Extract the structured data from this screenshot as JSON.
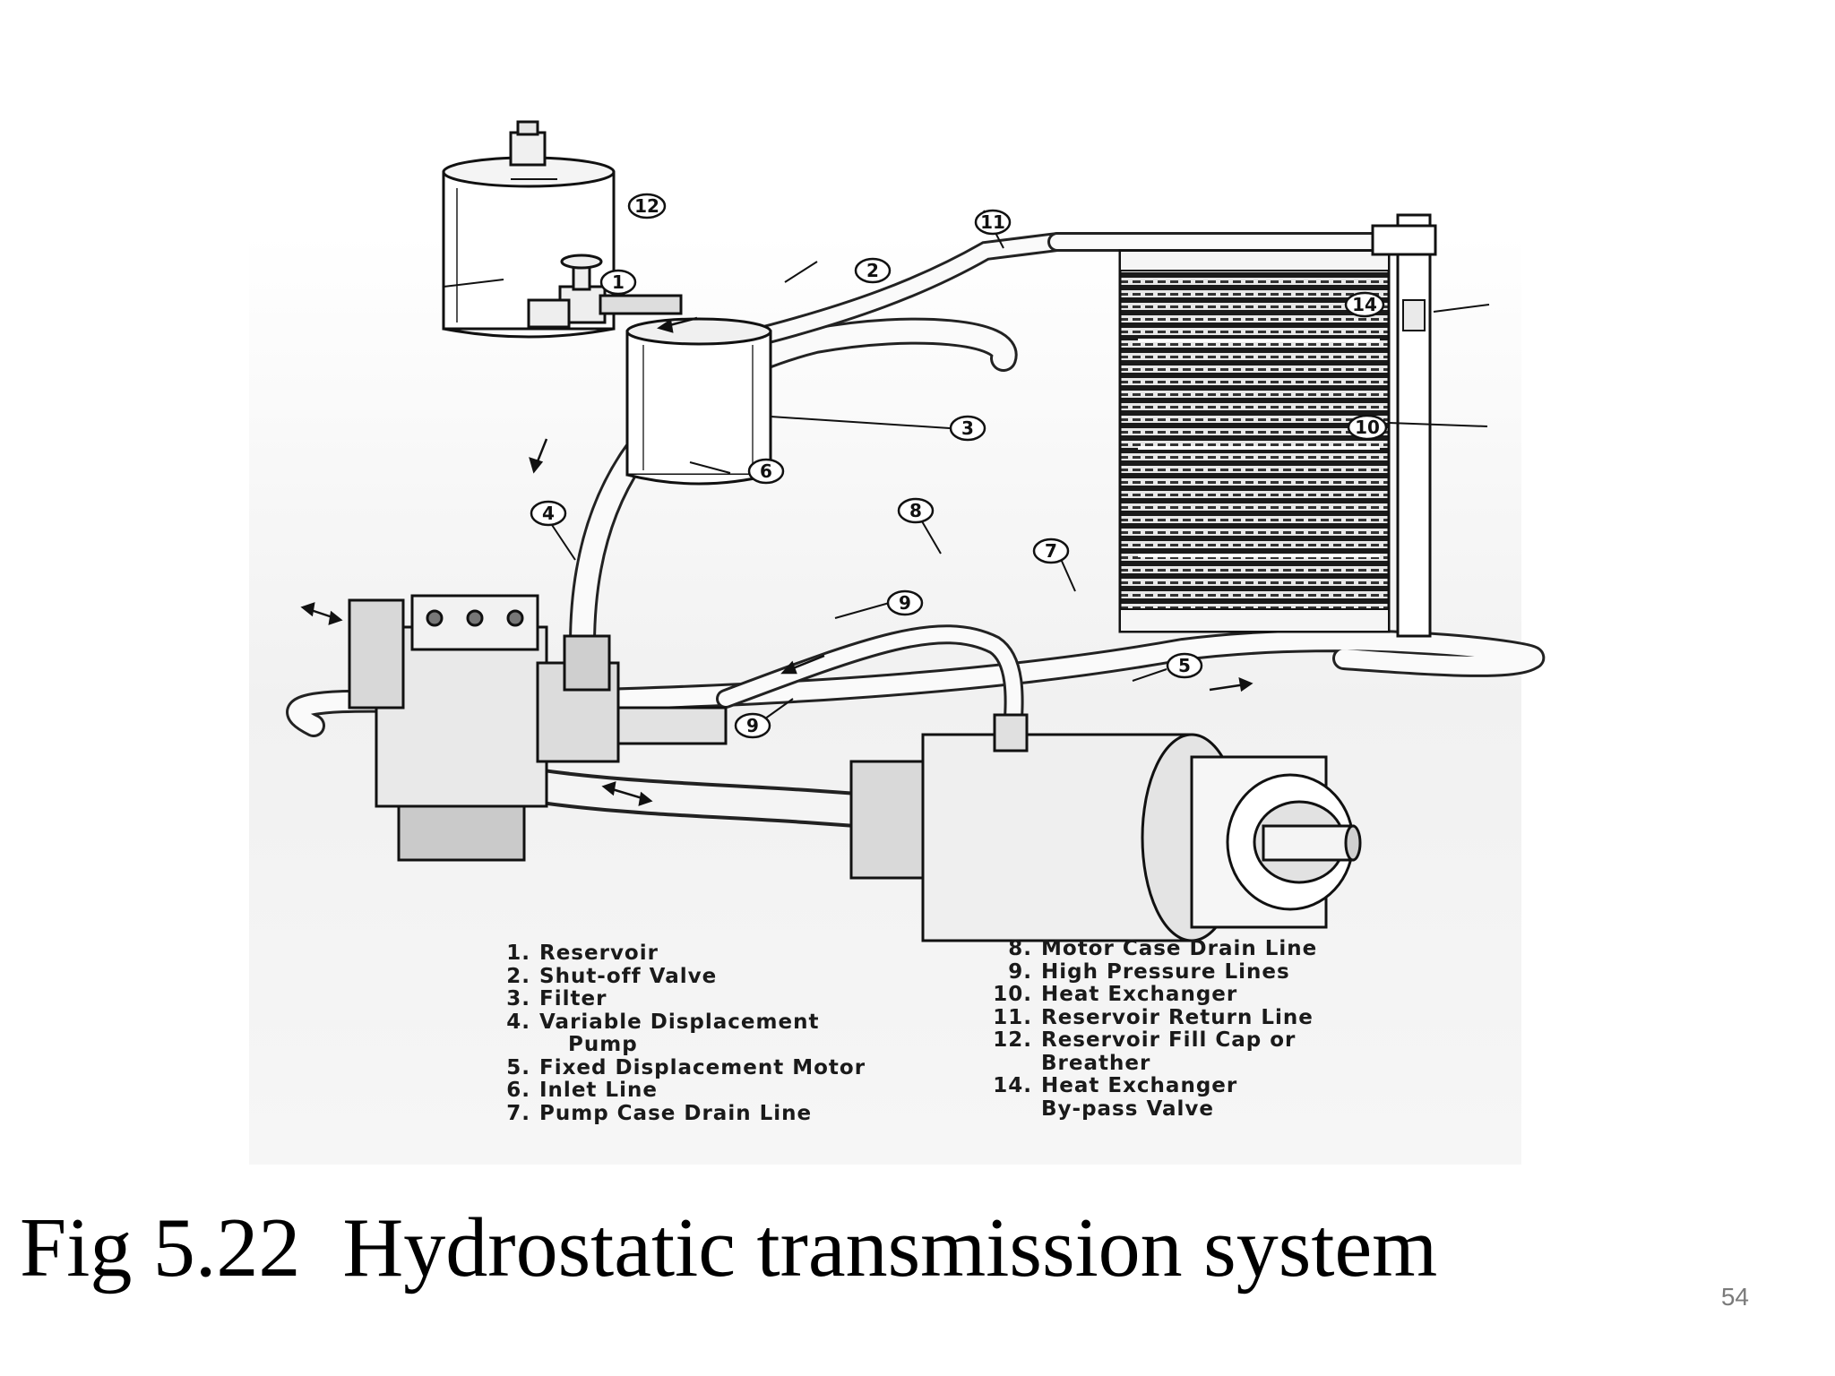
{
  "caption": "Fig 5.22  Hydrostatic transmission system",
  "page_number": "54",
  "callouts": [
    "12",
    "11",
    "1",
    "2",
    "14",
    "10",
    "3",
    "6",
    "4",
    "8",
    "7",
    "9",
    "5",
    "9"
  ],
  "legend": {
    "left": [
      {
        "num": "1.",
        "lines": [
          "Reservoir"
        ]
      },
      {
        "num": "2.",
        "lines": [
          "Shut-off Valve"
        ]
      },
      {
        "num": "3.",
        "lines": [
          "Filter"
        ]
      },
      {
        "num": "4.",
        "lines": [
          "Variable Displacement",
          "Pump"
        ]
      },
      {
        "num": "5.",
        "lines": [
          "Fixed Displacement Motor"
        ]
      },
      {
        "num": "6.",
        "lines": [
          "Inlet Line"
        ]
      },
      {
        "num": "7.",
        "lines": [
          "Pump Case Drain Line"
        ]
      }
    ],
    "right": [
      {
        "num": "8.",
        "lines": [
          "Motor Case Drain Line"
        ]
      },
      {
        "num": "9.",
        "lines": [
          "High Pressure Lines"
        ]
      },
      {
        "num": "10.",
        "lines": [
          "Heat Exchanger"
        ]
      },
      {
        "num": "11.",
        "lines": [
          "Reservoir Return Line"
        ]
      },
      {
        "num": "12.",
        "lines": [
          "Reservoir Fill Cap or",
          "Breather"
        ]
      },
      {
        "num": "14.",
        "lines": [
          "Heat Exchanger",
          "By-pass Valve"
        ]
      }
    ]
  }
}
